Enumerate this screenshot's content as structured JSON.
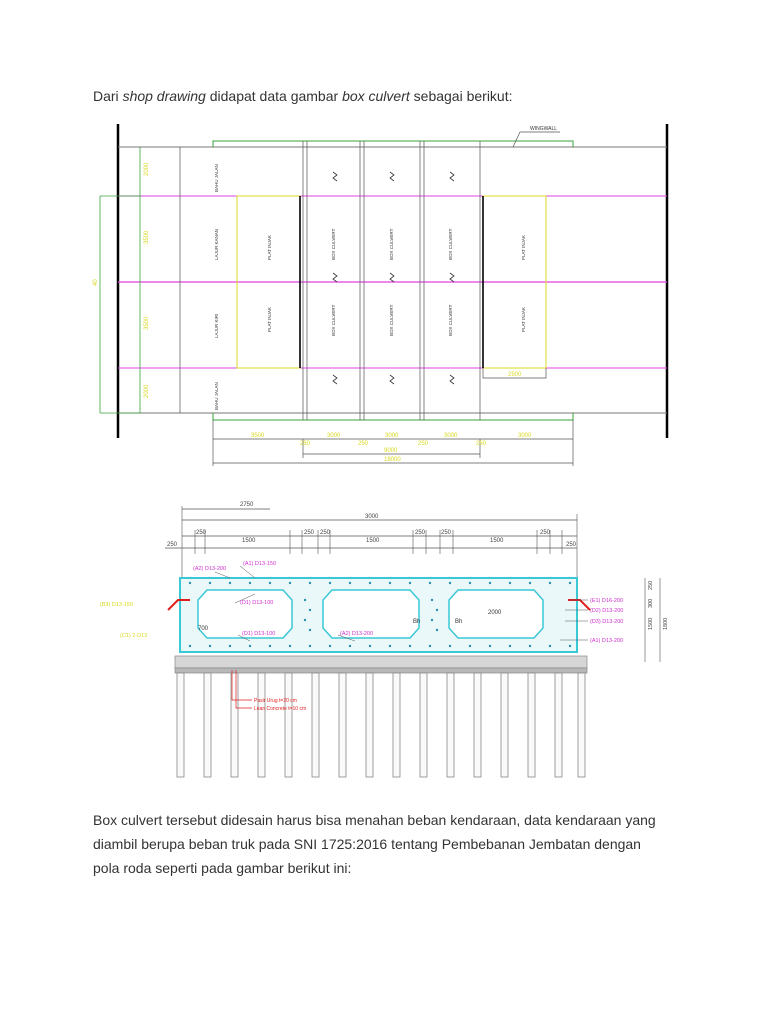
{
  "intro": {
    "prefix": "Dari ",
    "term1": "shop drawing",
    "middle": " didapat data gambar ",
    "term2": "box culvert",
    "suffix": " sebagai berikut:"
  },
  "plan": {
    "wingwall_label": "WINGWALL",
    "row_dims": [
      "2000",
      "3500",
      "3500",
      "2000"
    ],
    "side_dim": "40",
    "rows": [
      "BAHU JALAN",
      "LAJUR KANAN",
      "LAJUR KIRI",
      "BAHU JALAN"
    ],
    "plat_injak": "PLAT INJAK",
    "box_culvert": "BOX CULVERT",
    "bottom_dims": [
      "3500",
      "250",
      "3000",
      "250",
      "3000",
      "250",
      "3000",
      "250",
      "3000"
    ],
    "sub_total": "9000",
    "total": "18000",
    "plat_dim": "2500"
  },
  "section": {
    "top_dim_1": "2750",
    "top_dim_2": "3000",
    "sub_dims": [
      "250",
      "250",
      "1500",
      "250",
      "250",
      "1500",
      "250",
      "250",
      "1500",
      "250",
      "250"
    ],
    "left_dim": "250",
    "rebar_left": [
      "(A2) D13-200",
      "(A1) D13-150",
      "(D1) D13-100",
      "(D1) D13-100",
      "(A2) D13-200"
    ],
    "rebar_right": [
      "(E1) D16-200",
      "(D2) D13-200",
      "(D3) D13-200",
      "(A1) D13-200"
    ],
    "haunch_left_1": "(B3) D13-150",
    "haunch_left_2": "(C1) 2-D13",
    "dim_700": "700",
    "dim_2000": "2000",
    "bh_1": "Bh",
    "bh_2": "Bh",
    "right_dims": [
      "250",
      "300",
      "1500",
      "1800"
    ],
    "note_1": "Pasir Urug t=20 cm",
    "note_2": "Lean Concrete t=10 cm"
  },
  "para2": {
    "line1": "Box culvert tersebut didesain harus bisa menahan beban kendaraan, data kendaraan yang",
    "line2": "diambil berupa beban truk pada SNI 1725:2016 tentang Pembebanan Jembatan dengan",
    "line3": "pola roda seperti pada gambar berikut ini:"
  }
}
